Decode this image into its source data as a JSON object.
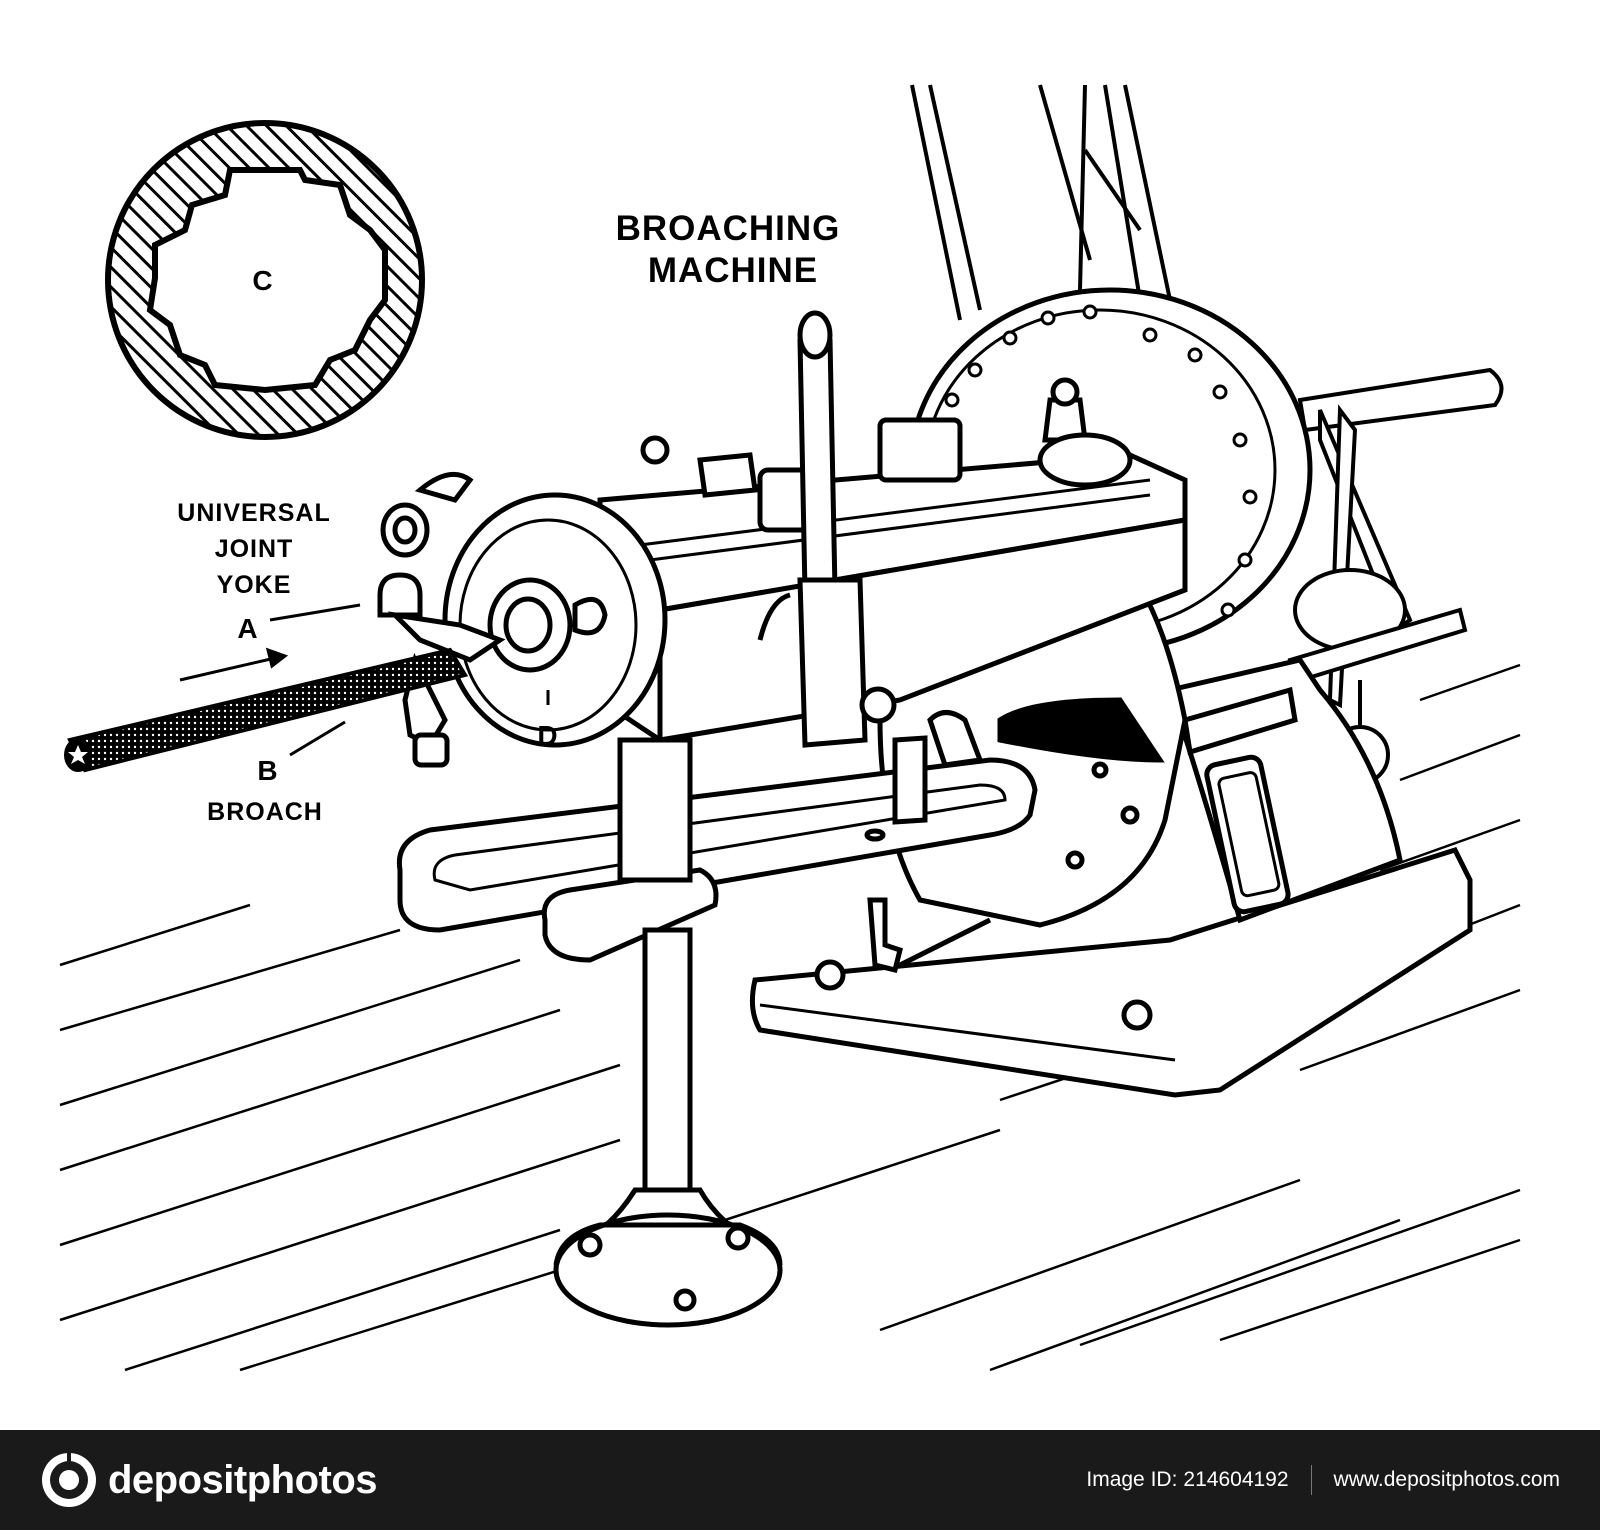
{
  "title_line1": "BROACHING",
  "title_line2": "MACHINE",
  "labels": {
    "c": "C",
    "universal_line1": "UNIVERSAL",
    "universal_line2": "JOINT",
    "universal_line3": "YOKE",
    "a": "A",
    "b": "B",
    "broach": "BROACH",
    "d": "D"
  },
  "footer": {
    "brand": "depositphotos",
    "image_id_label": "Image ID:",
    "image_id": "214604192",
    "site": "www.depositphotos.com"
  },
  "colors": {
    "line": "#000000",
    "background": "#ffffff",
    "footer_bg": "#1a1a1a"
  },
  "icons": [
    "depositphotos-logo-icon",
    "arrow-right-icon"
  ]
}
